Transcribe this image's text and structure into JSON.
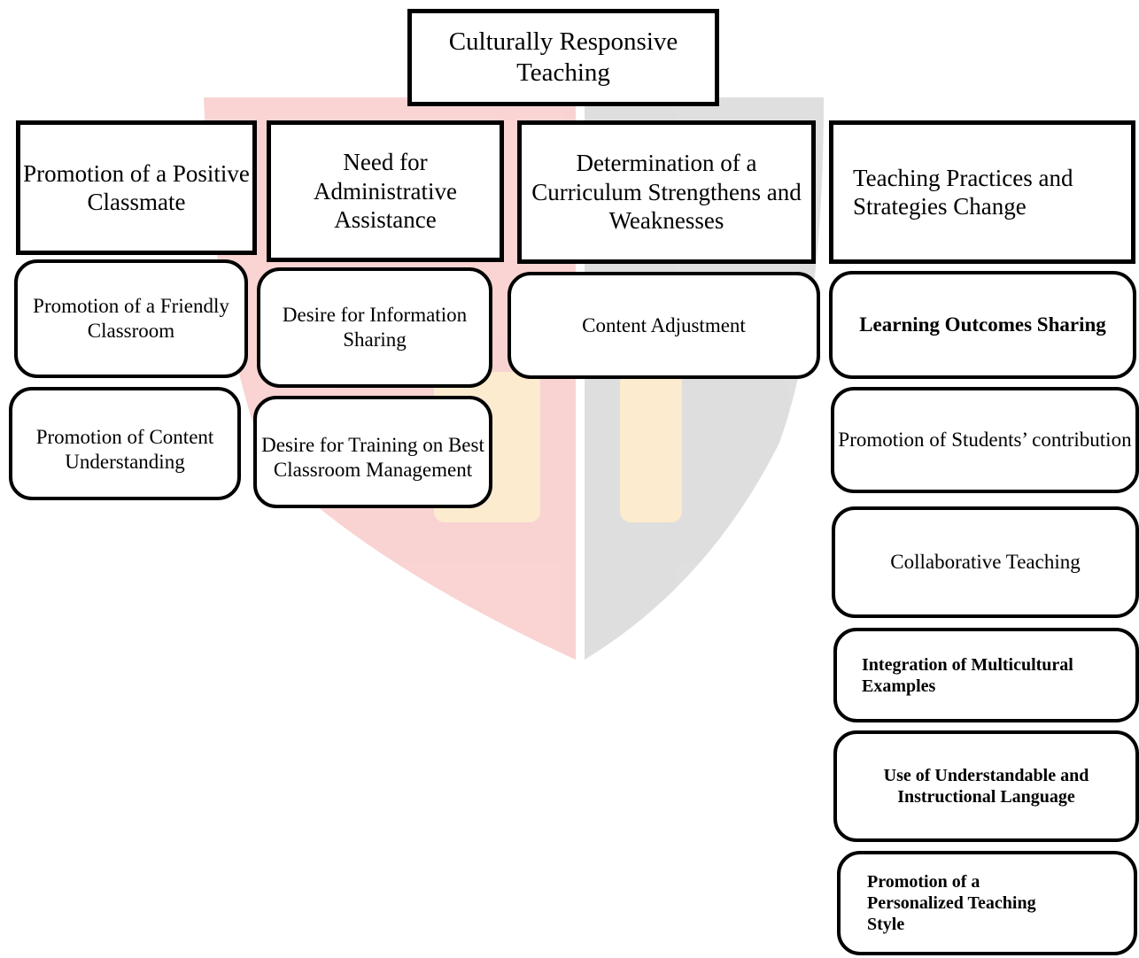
{
  "root": {
    "label": "Culturally Responsive Teaching"
  },
  "columns": [
    {
      "header": "Promotion of a Positive Classmate",
      "children": [
        "Promotion of a Friendly Classroom",
        "Promotion of Content Understanding"
      ]
    },
    {
      "header": "Need for Administrative Assistance",
      "children": [
        "Desire for Information Sharing",
        "Desire for Training on Best Classroom Management"
      ]
    },
    {
      "header": "Determination of a Curriculum Strengthens and Weaknesses",
      "children": [
        "Content Adjustment"
      ]
    },
    {
      "header": "Teaching Practices and Strategies Change",
      "children": [
        "Learning Outcomes Sharing",
        "Promotion of Students’ contribution",
        "Collaborative Teaching",
        "Integration of Multicultural Examples",
        "Use of Understandable and Instructional Language",
        "Promotion of a Personalized Teaching Style"
      ]
    }
  ],
  "colors": {
    "border": "#000000",
    "watermark_red": "#e53935",
    "watermark_gray": "#6d6d6d",
    "watermark_orange": "#f5a623"
  }
}
